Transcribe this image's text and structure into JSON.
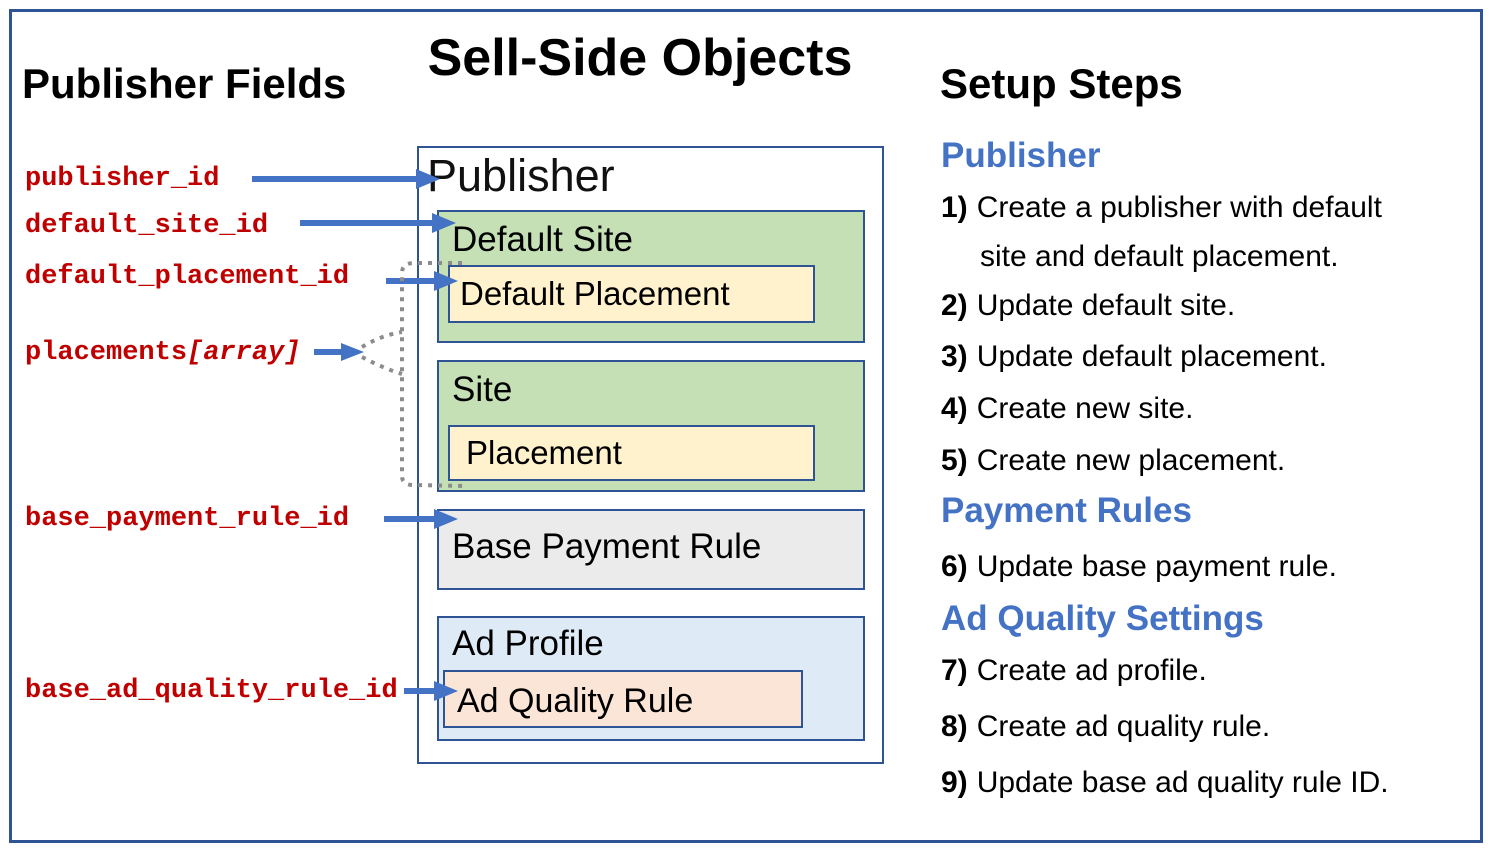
{
  "titles": {
    "left": "Publisher Fields",
    "center": "Sell-Side Objects",
    "right": "Setup Steps"
  },
  "publisher_fields": {
    "items": [
      {
        "label": "publisher_id"
      },
      {
        "label": "default_site_id"
      },
      {
        "label": "default_placement_id"
      },
      {
        "label": "placements",
        "suffix": "[array]"
      },
      {
        "label": "base_payment_rule_id"
      },
      {
        "label": "base_ad_quality_rule_id"
      }
    ]
  },
  "objects": {
    "publisher": "Publisher",
    "default_site": "Default Site",
    "default_placement": "Default Placement",
    "site": "Site",
    "placement": "Placement",
    "base_payment_rule": "Base Payment Rule",
    "ad_profile": "Ad Profile",
    "ad_quality_rule": "Ad Quality Rule"
  },
  "setup_steps": {
    "sections": [
      {
        "heading": "Publisher",
        "steps": [
          {
            "num": "1)",
            "lines": [
              "Create a publisher with default",
              "site and default placement."
            ]
          },
          {
            "num": "2)",
            "lines": [
              "Update default site."
            ]
          },
          {
            "num": "3)",
            "lines": [
              "Update default placement."
            ]
          },
          {
            "num": "4)",
            "lines": [
              "Create new site."
            ]
          },
          {
            "num": "5)",
            "lines": [
              "Create new placement."
            ]
          }
        ]
      },
      {
        "heading": "Payment Rules",
        "steps": [
          {
            "num": "6)",
            "lines": [
              "Update base payment rule."
            ]
          }
        ]
      },
      {
        "heading": "Ad Quality Settings",
        "steps": [
          {
            "num": "7)",
            "lines": [
              "Create ad profile."
            ]
          },
          {
            "num": "8)",
            "lines": [
              "Create ad quality rule."
            ]
          },
          {
            "num": "9)",
            "lines": [
              "Update base ad quality rule ID."
            ]
          }
        ]
      }
    ]
  },
  "colors": {
    "accent_blue": "#4472C4",
    "heading_blue": "#4472C4",
    "field_red": "#C00000",
    "border_blue": "#2F5496",
    "site_green": "#C5E0B4",
    "placement_yellow": "#FFF2CC",
    "payment_gray": "#EBEBEB",
    "profile_blue": "#DEEBF7",
    "quality_peach": "#FBE5D6",
    "dotted_gray": "#8C8C8C"
  }
}
